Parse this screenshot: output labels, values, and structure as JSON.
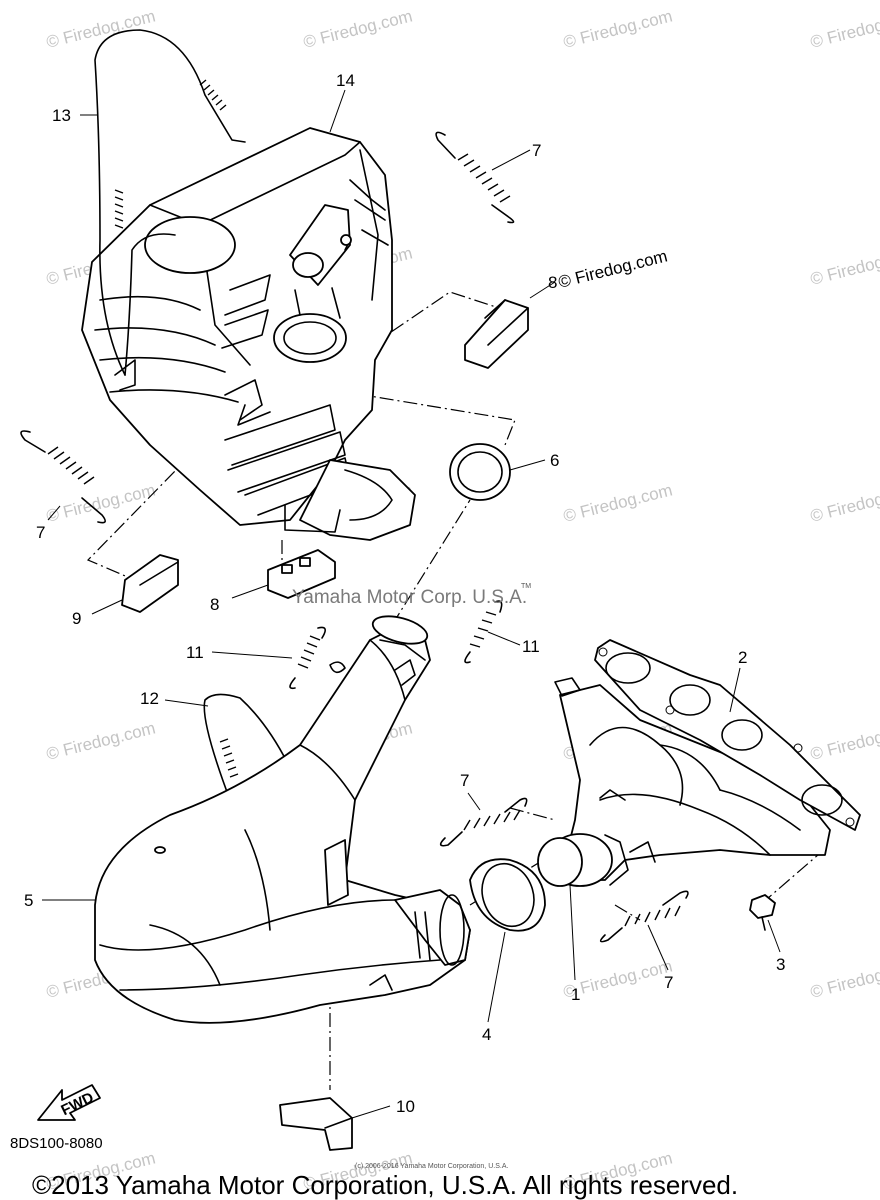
{
  "watermark": "© Firedog.com",
  "center_watermark": "Yamaha Motor Corp. U.S.A.",
  "trademark_mark": "TM",
  "tiny_text": "(c) 2006-2016 Yamaha Motor Corporation, U.S.A.",
  "diagram_code": "8DS100-8080",
  "fwd_label": "FWD",
  "copyright": "©2013 Yamaha Motor Corporation, U.S.A. All rights reserved.",
  "labels": {
    "l1": "1",
    "l2": "2",
    "l3": "3",
    "l4": "4",
    "l5": "5",
    "l6": "6",
    "l7a": "7",
    "l7b": "7",
    "l7c": "7",
    "l7d": "7",
    "l8a": "8",
    "l8b": "8",
    "l9": "9",
    "l10": "10",
    "l11a": "11",
    "l11b": "11",
    "l12": "12",
    "l13": "13",
    "l14": "14"
  }
}
